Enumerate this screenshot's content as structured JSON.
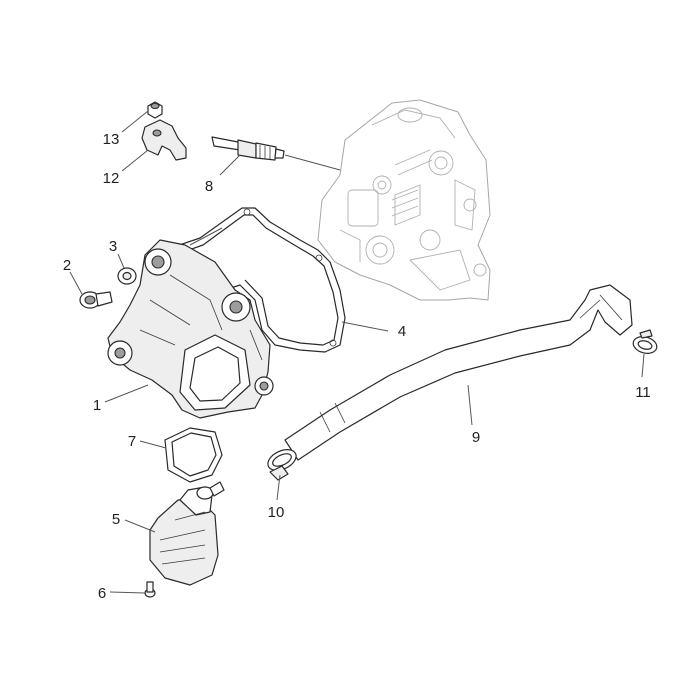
{
  "diagram": {
    "colors": {
      "line": "#2a2a2a",
      "ghost": "#a6a6a6",
      "label": "#222222"
    },
    "labels": [
      "1",
      "2",
      "3",
      "4",
      "5",
      "6",
      "7",
      "8",
      "9",
      "10",
      "11",
      "12",
      "13"
    ]
  }
}
